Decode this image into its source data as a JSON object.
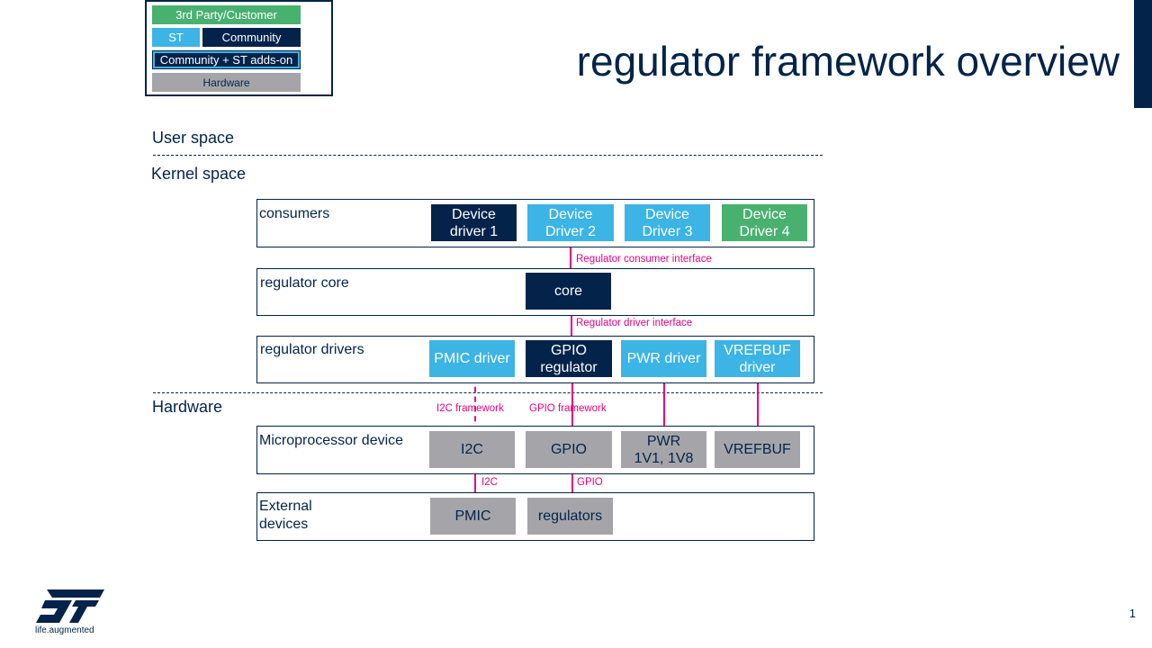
{
  "title": "regulator framework overview",
  "legend": {
    "third_party": "3rd Party/Customer",
    "st": "ST",
    "community": "Community",
    "community_st": "Community + ST adds-on",
    "hardware": "Hardware"
  },
  "spaces": {
    "user": "User space",
    "kernel": "Kernel space",
    "hardware": "Hardware"
  },
  "layers": {
    "consumers": "consumers",
    "core": "regulator core",
    "drivers": "regulator drivers",
    "micro": "Microprocessor device",
    "external": "External\ndevices"
  },
  "blocks": {
    "device_driver_1": "Device\ndriver 1",
    "device_driver_2": "Device\nDriver 2",
    "device_driver_3": "Device\nDriver 3",
    "device_driver_4": "Device\nDriver 4",
    "core": "core",
    "pmic_driver": "PMIC driver",
    "gpio_regulator": "GPIO\nregulator",
    "pwr_driver": "PWR driver",
    "vrefbuf_driver": "VREFBUF\ndriver",
    "i2c": "I2C",
    "gpio": "GPIO",
    "pwr": "PWR\n1V1, 1V8",
    "vrefbuf": "VREFBUF",
    "pmic": "PMIC",
    "regulators": "regulators"
  },
  "links": {
    "consumer_interface": "Regulator consumer interface",
    "driver_interface": "Regulator driver interface",
    "i2c_framework": "I2C framework",
    "gpio_framework": "GPIO framework",
    "i2c_bus": "I2C",
    "gpio_bus": "GPIO"
  },
  "colors": {
    "community": "#03234b",
    "st": "#3cb4e6",
    "third_party": "#49b170",
    "hardware": "#a5a5a9",
    "link": "#e6007e"
  },
  "page_number": "1",
  "logo": {
    "tagline": "life.augmented"
  }
}
